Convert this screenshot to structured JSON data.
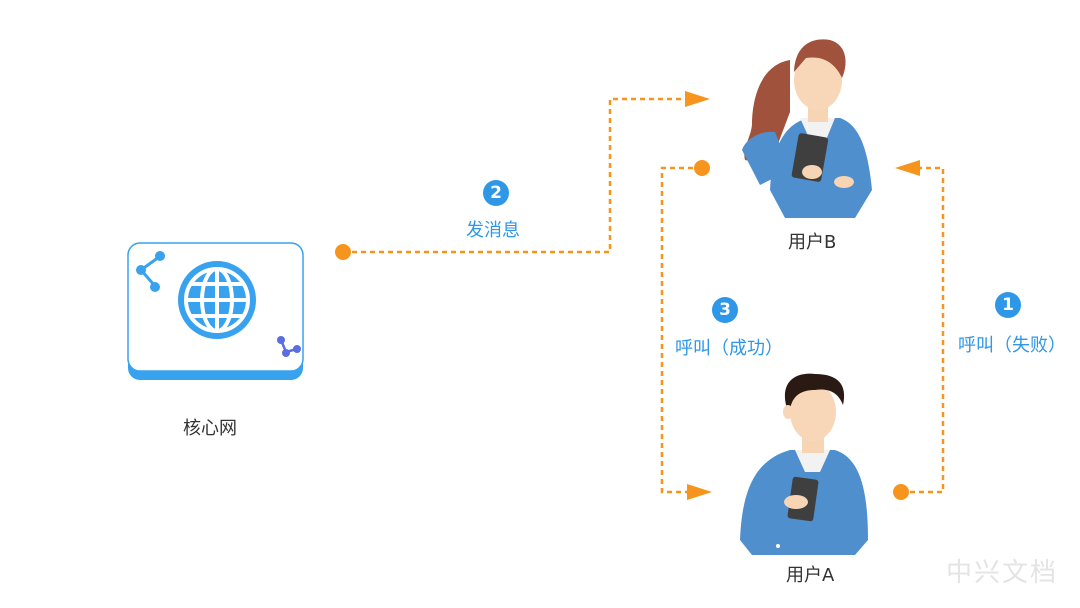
{
  "nodes": {
    "core_network": {
      "label": "核心网"
    },
    "user_b": {
      "label": "用户B"
    },
    "user_a": {
      "label": "用户A"
    }
  },
  "steps": [
    {
      "number": "1",
      "label": "呼叫（失败）"
    },
    {
      "number": "2",
      "label": "发消息"
    },
    {
      "number": "3",
      "label": "呼叫（成功）"
    }
  ],
  "watermark": "中兴文档",
  "colors": {
    "accent_blue": "#2f97e8",
    "arrow_orange": "#f7941d",
    "shirt_blue": "#4f8fcd"
  },
  "icons": [
    "globe-icon",
    "share-icon",
    "share-icon-small"
  ]
}
